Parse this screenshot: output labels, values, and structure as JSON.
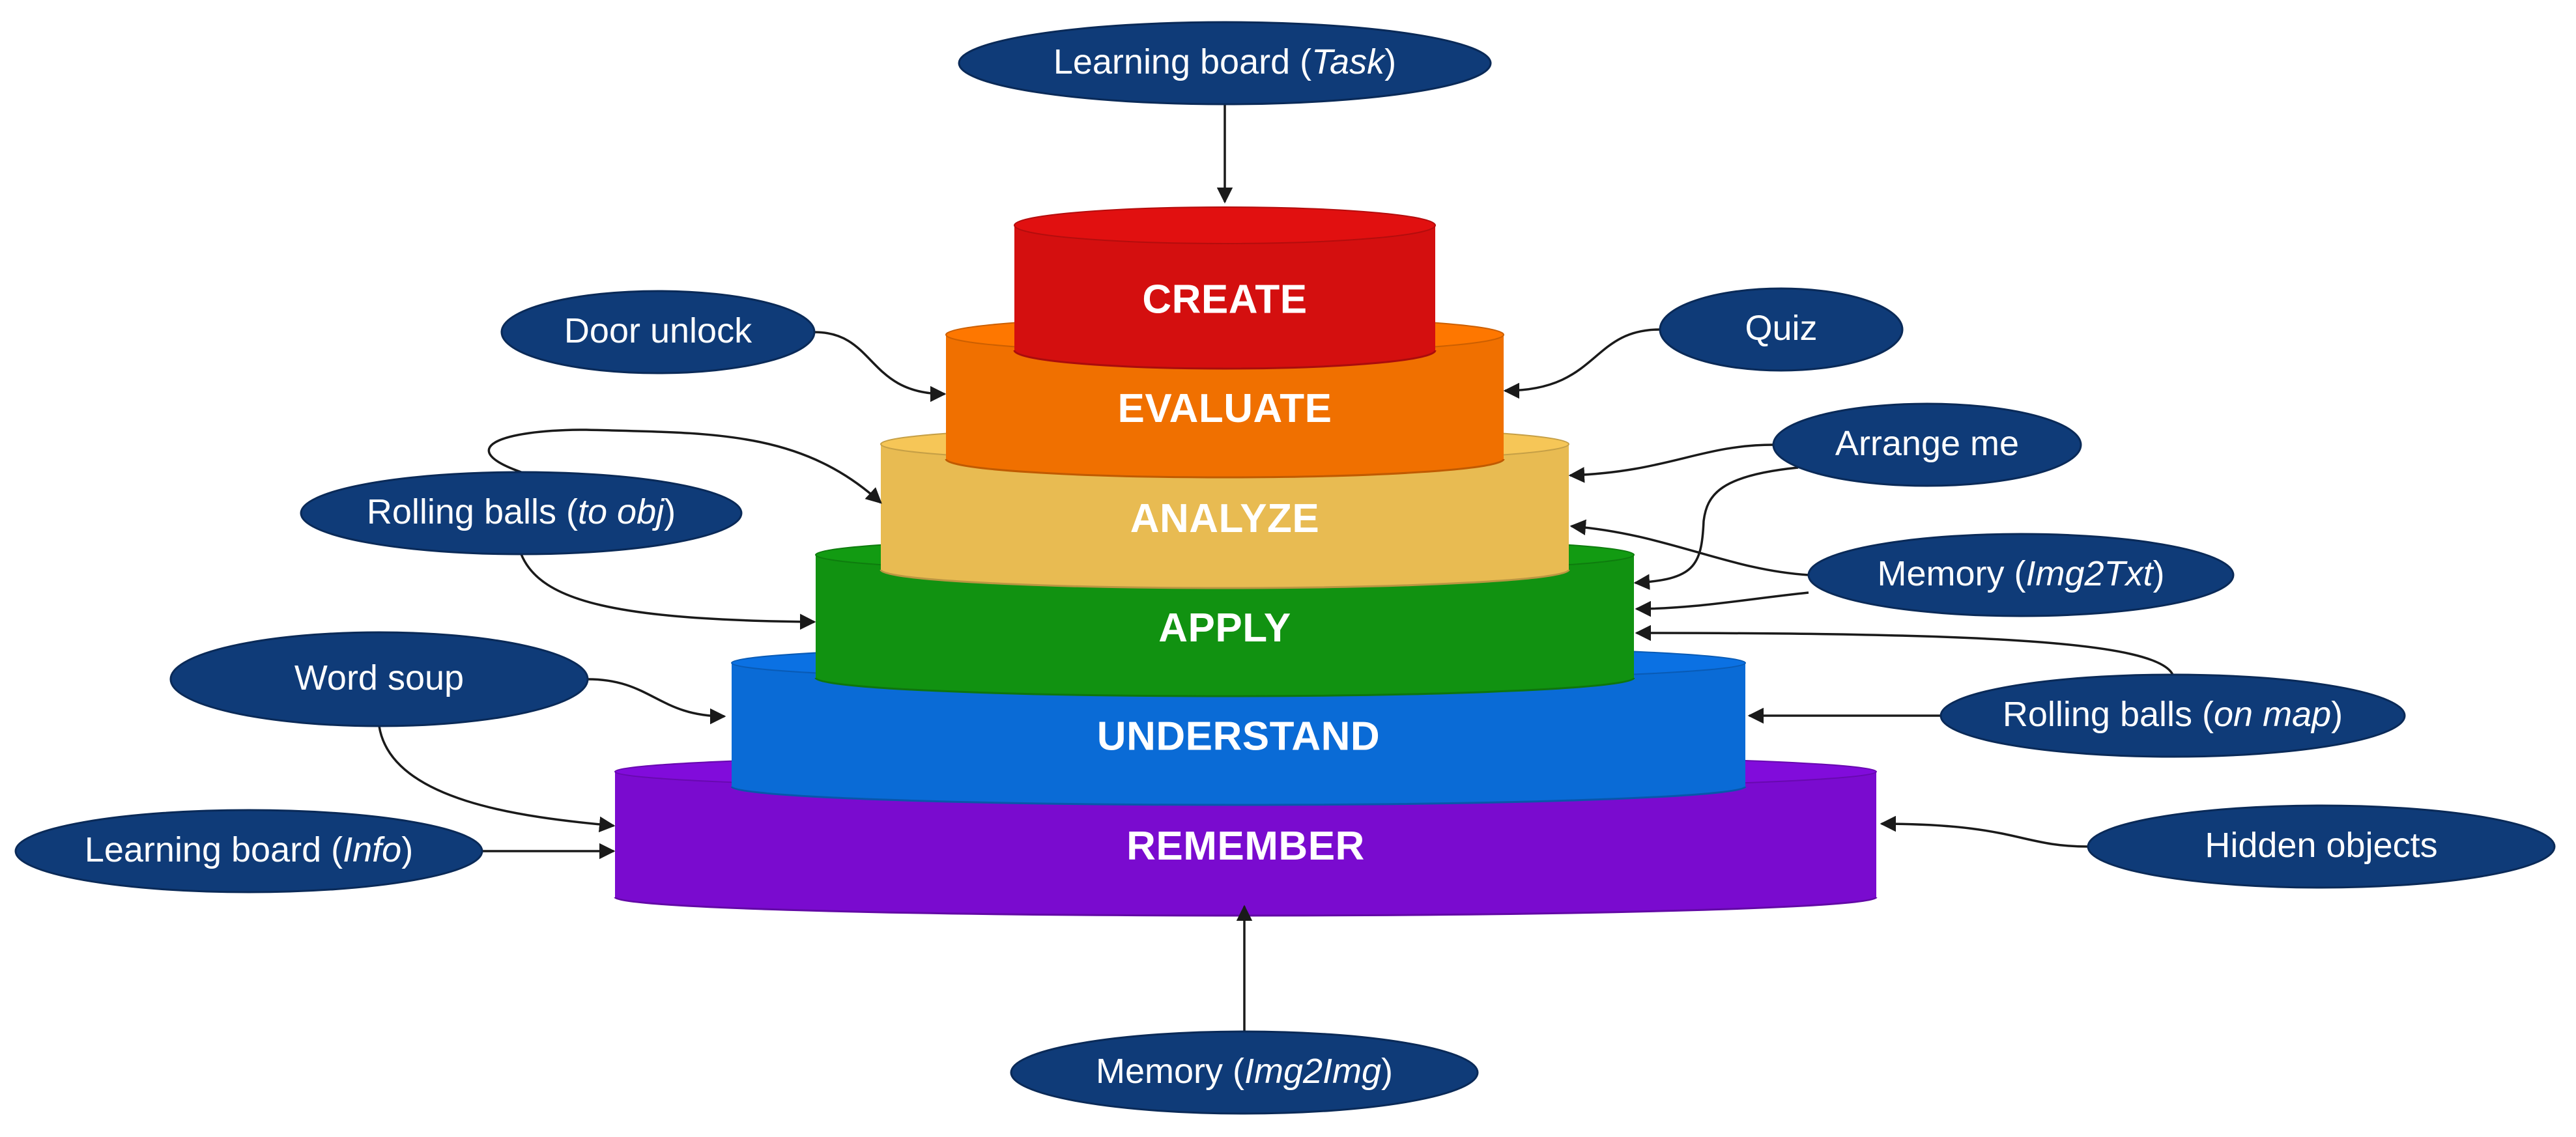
{
  "tiers": [
    {
      "key": "create",
      "label": "CREATE",
      "color": "#d40f0f"
    },
    {
      "key": "evaluate",
      "label": "EVALUATE",
      "color": "#f07000"
    },
    {
      "key": "analyze",
      "label": "ANALYZE",
      "color": "#e8bb52"
    },
    {
      "key": "apply",
      "label": "APPLY",
      "color": "#119211"
    },
    {
      "key": "understand",
      "label": "UNDERSTAND",
      "color": "#0a6bd6"
    },
    {
      "key": "remember",
      "label": "REMEMBER",
      "color": "#7a0bcf"
    }
  ],
  "activities": [
    {
      "key": "learning-board-task",
      "text": "Learning board (",
      "em": "Task",
      "suffix": ")"
    },
    {
      "key": "door-unlock",
      "text": "Door unlock",
      "em": "",
      "suffix": ""
    },
    {
      "key": "quiz",
      "text": "Quiz",
      "em": "",
      "suffix": ""
    },
    {
      "key": "arrange-me",
      "text": "Arrange me",
      "em": "",
      "suffix": ""
    },
    {
      "key": "rolling-balls-to-obj",
      "text": "Rolling balls (",
      "em": "to obj",
      "suffix": ")"
    },
    {
      "key": "memory-img2txt",
      "text": "Memory (",
      "em": "Img2Txt",
      "suffix": ")"
    },
    {
      "key": "word-soup",
      "text": "Word soup",
      "em": "",
      "suffix": ""
    },
    {
      "key": "rolling-balls-on-map",
      "text": "Rolling balls (",
      "em": "on map",
      "suffix": ")"
    },
    {
      "key": "learning-board-info",
      "text": "Learning board (",
      "em": "Info",
      "suffix": ")"
    },
    {
      "key": "hidden-objects",
      "text": "Hidden objects",
      "em": "",
      "suffix": ""
    },
    {
      "key": "memory-img2img",
      "text": "Memory (",
      "em": "Img2Img",
      "suffix": ")"
    }
  ],
  "colors": {
    "bubble_fill": "#0f3b78",
    "bubble_stroke": "#0a2a58",
    "connector": "#1a1a1a"
  }
}
